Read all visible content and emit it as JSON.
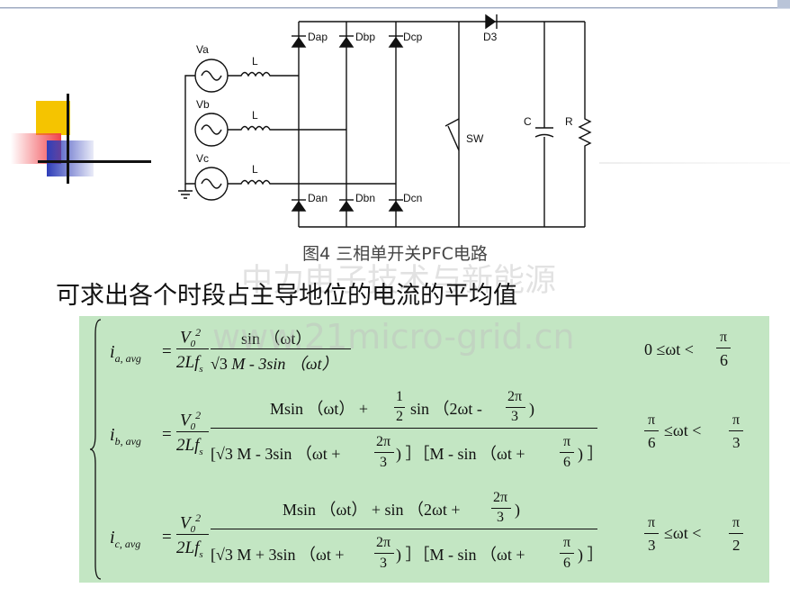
{
  "circuit": {
    "sources": [
      "Va",
      "Vb",
      "Vc"
    ],
    "inductor_label": "L",
    "diodes_top": [
      "Dap",
      "Dbp",
      "Dcp"
    ],
    "diodes_bottom": [
      "Dan",
      "Dbn",
      "Dcn"
    ],
    "boost_diode": "D3",
    "switch": "SW",
    "capacitor": "C",
    "resistor": "R"
  },
  "caption": "图4  三相单开关PFC电路",
  "body_text": "可求出各个时段占主导地位的电流的平均值",
  "watermarks": [
    "中力电子技术与新能源",
    "www.21micro-grid.cn"
  ],
  "formulas": {
    "a": {
      "lhs_i": "i",
      "lhs_sub": "a, avg",
      "equals": "=",
      "v0": "V",
      "v0_sub": "0",
      "v0_sup": "2",
      "den_left": "2Lf",
      "den_left_sub": "s",
      "num": "sin （ωt）",
      "den_sqrt": "√3",
      "den_rest": "M -  3sin （ωt）",
      "cond_left": "0",
      "cond_le1": "≤ωt <",
      "cond_pi": "π",
      "cond_den": "6"
    },
    "b": {
      "lhs_i": "i",
      "lhs_sub": "b, avg",
      "num_a": "Msin （ωt）   +",
      "num_half_n": "1",
      "num_half_d": "2",
      "num_b": "sin （2ωt -",
      "num_frac_n": "2π",
      "num_frac_d": "3",
      "num_c": ")",
      "den_a": "[√3 M -  3sin （ωt +",
      "den_frac_n": "2π",
      "den_frac_d": "3",
      "den_b": ") ］［M -  sin （ωt +",
      "den_frac2_n": "π",
      "den_frac2_d": "6",
      "den_c": ") ］",
      "cond_l_n": "π",
      "cond_l_d": "6",
      "cond_mid": "≤ωt <",
      "cond_r_n": "π",
      "cond_r_d": "3"
    },
    "c": {
      "lhs_i": "i",
      "lhs_sub": "c, avg",
      "num_a": "Msin （ωt）  + sin （2ωt +",
      "num_frac_n": "2π",
      "num_frac_d": "3",
      "num_c": ")",
      "den_a": "[√3 M + 3sin （ωt +",
      "den_frac_n": "2π",
      "den_frac_d": "3",
      "den_b": ") ］［M -  sin （ωt +",
      "den_frac2_n": "π",
      "den_frac2_d": "6",
      "den_c": ") ］",
      "cond_l_n": "π",
      "cond_l_d": "3",
      "cond_mid": "≤ωt <",
      "cond_r_n": "π",
      "cond_r_d": "2"
    }
  }
}
